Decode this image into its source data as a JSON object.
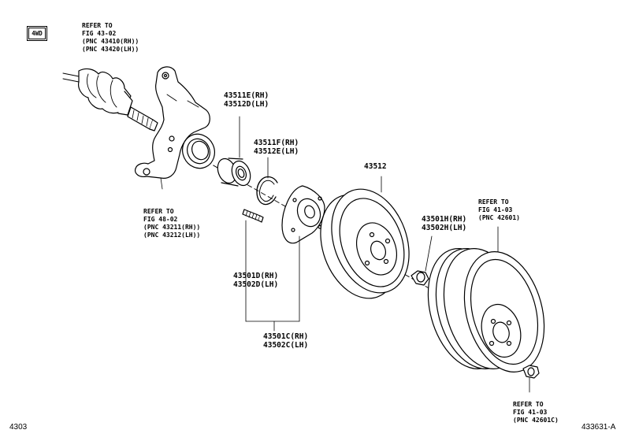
{
  "badge": "4WD",
  "refs": {
    "driveshaft": [
      "REFER TO",
      "FIG 43-02",
      "(PNC 43410(RH))",
      "(PNC 43420(LH))"
    ],
    "knuckle": [
      "REFER TO",
      "FIG 48-02",
      "(PNC 43211(RH))",
      "(PNC 43212(LH))"
    ],
    "wheel": [
      "REFER TO",
      "FIG 41-03",
      "(PNC 42601)"
    ],
    "hubnut": [
      "REFER TO",
      "FIG 41-03",
      "(PNC 42601C)"
    ]
  },
  "parts": {
    "bearing": [
      "43511E(RH)",
      "43512D(LH)"
    ],
    "snapring": [
      "43511F(RH)",
      "43512E(LH)"
    ],
    "disc": "43512",
    "hubnut": [
      "43501H(RH)",
      "43502H(LH)"
    ],
    "bolt": [
      "43501D(RH)",
      "43502D(LH)"
    ],
    "hub": [
      "43501C(RH)",
      "43502C(LH)"
    ]
  },
  "footer": {
    "fig": "4303",
    "code": "433631-A"
  }
}
